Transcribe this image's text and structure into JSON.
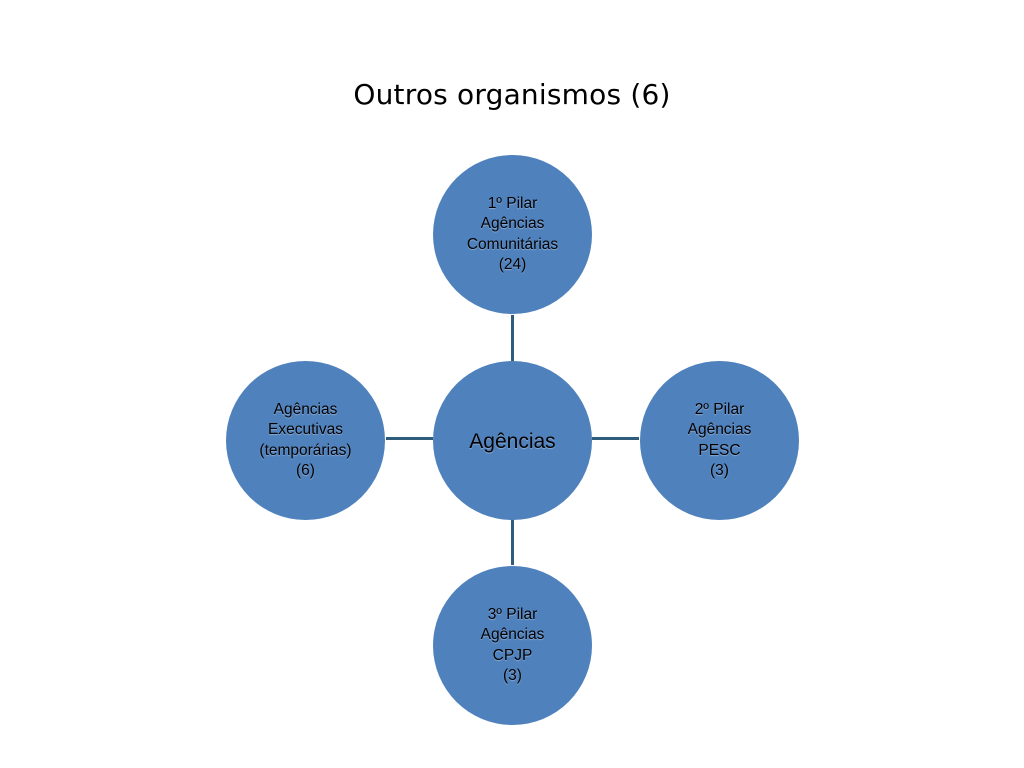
{
  "slide": {
    "title": "Outros organismos (6)"
  },
  "diagram": {
    "center": {
      "label": "Agências"
    },
    "nodes": {
      "top": {
        "label": "1º Pilar\nAgências\nComunitárias\n(24)"
      },
      "right": {
        "label": "2º Pilar\nAgências\nPESC\n(3)"
      },
      "bottom": {
        "label": "3º Pilar\nAgências\nCPJP\n(3)"
      },
      "left": {
        "label": "Agências\nExecutivas\n(temporárias)\n(6)"
      }
    },
    "colors": {
      "node_fill": "#4f81bd",
      "connector": "#2e5c7a"
    }
  }
}
